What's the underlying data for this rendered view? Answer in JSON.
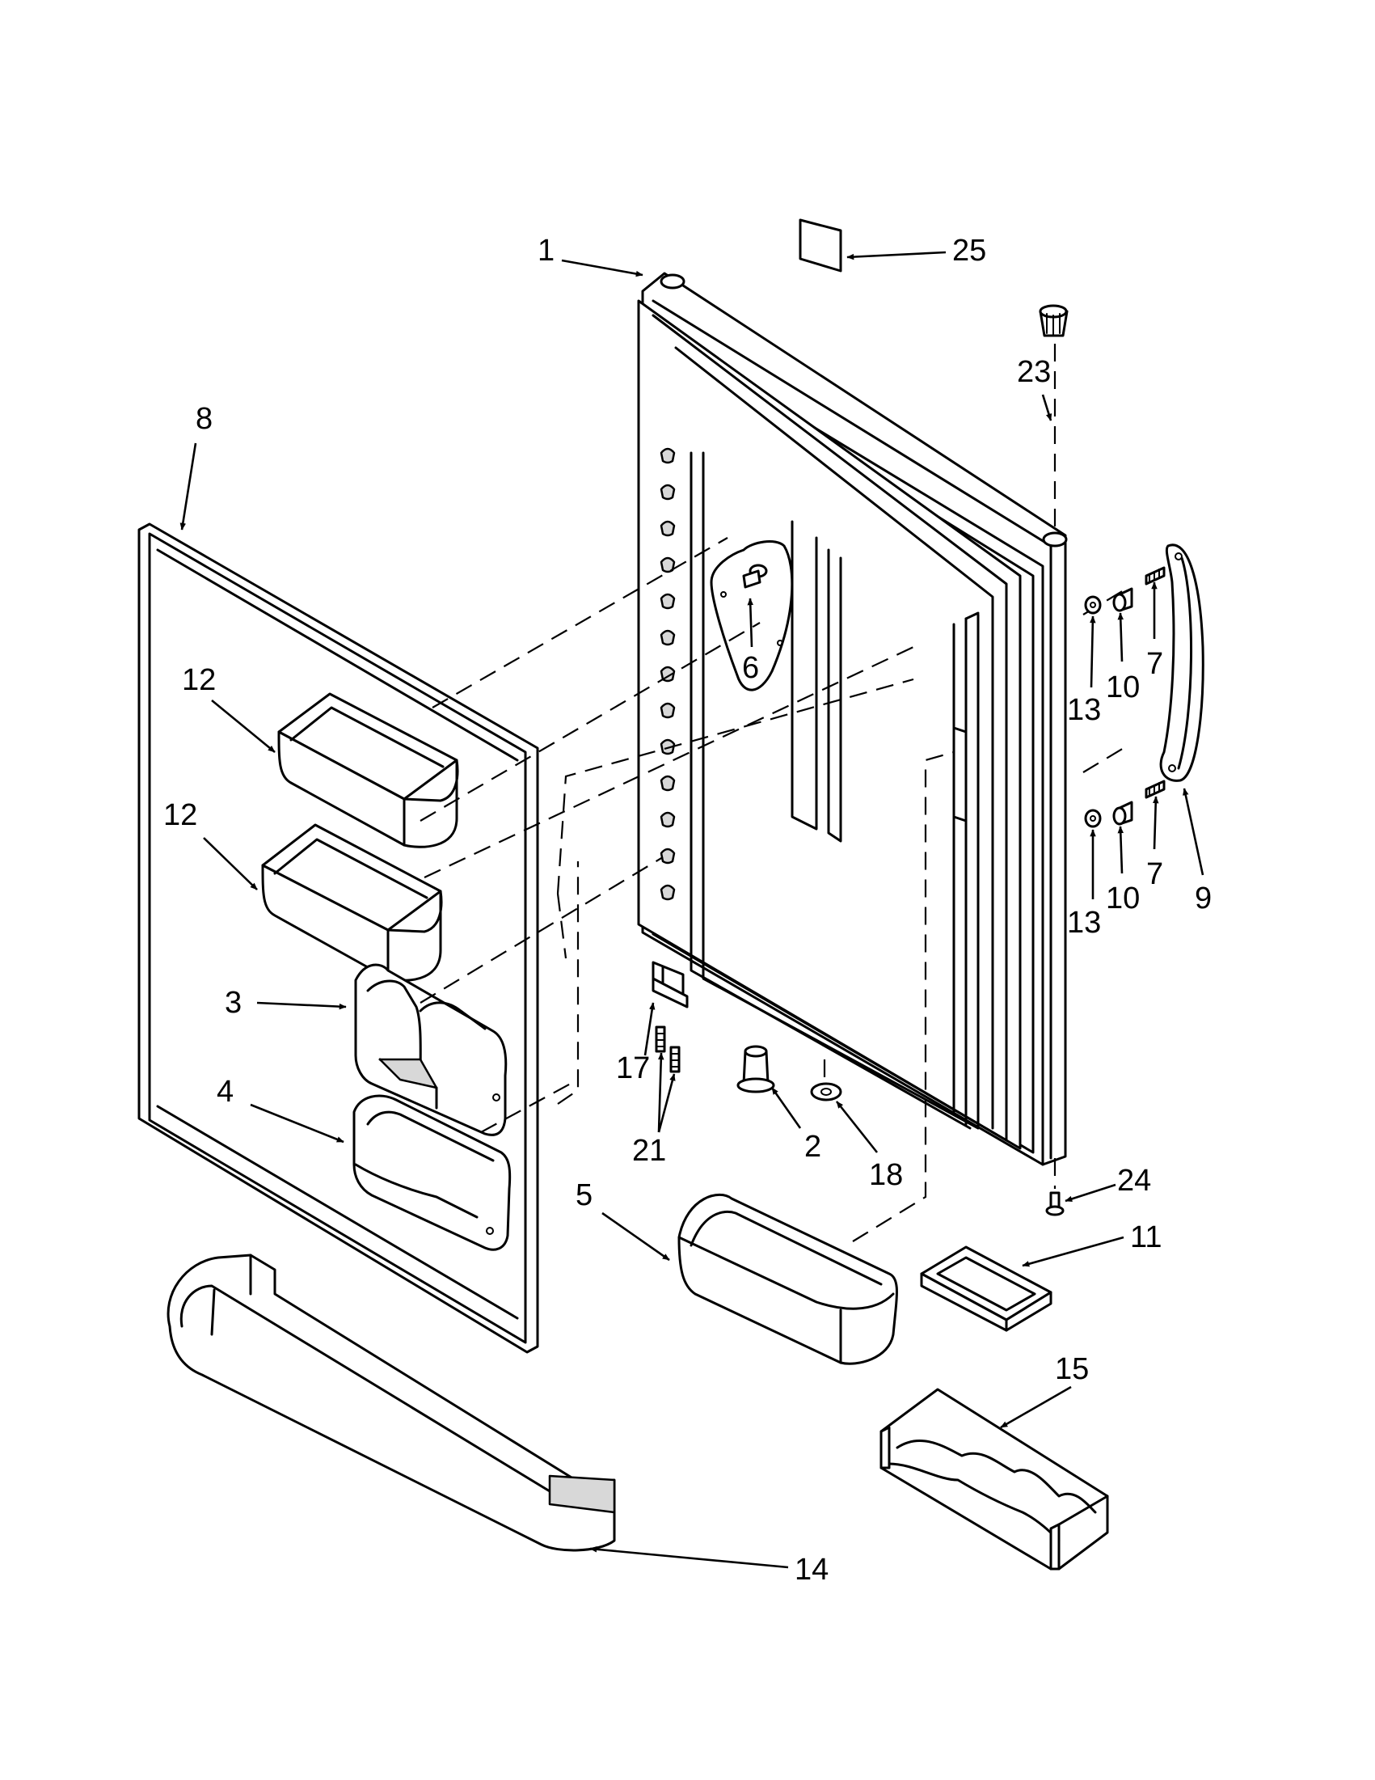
{
  "callouts": {
    "c1": "1",
    "c2": "2",
    "c3": "3",
    "c4": "4",
    "c5": "5",
    "c6": "6",
    "c7a": "7",
    "c7b": "7",
    "c8": "8",
    "c9": "9",
    "c10a": "10",
    "c10b": "10",
    "c11": "11",
    "c12a": "12",
    "c12b": "12",
    "c13a": "13",
    "c13b": "13",
    "c14": "14",
    "c15": "15",
    "c17": "17",
    "c18": "18",
    "c21": "21",
    "c23": "23",
    "c24": "24",
    "c25": "25"
  }
}
